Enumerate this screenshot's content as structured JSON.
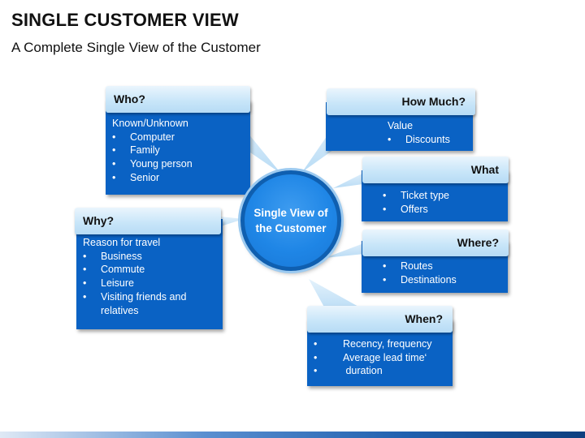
{
  "header": {
    "title": "SINGLE CUSTOMER VIEW",
    "subtitle": "A Complete Single View of the Customer"
  },
  "hub": {
    "label": "Single View of the Customer"
  },
  "boxes": {
    "who": {
      "heading": "Who?",
      "lead": "Known/Unknown",
      "items": [
        "Computer",
        "Family",
        "Young person",
        "Senior"
      ]
    },
    "why": {
      "heading": "Why?",
      "lead": "Reason for travel",
      "items": [
        "Business",
        "Commute",
        "Leisure",
        "Visiting friends and relatives"
      ]
    },
    "how_much": {
      "heading": "How Much?",
      "lead": "Value",
      "items": [
        "Discounts"
      ]
    },
    "what": {
      "heading": "What",
      "items": [
        "Ticket type",
        "Offers"
      ]
    },
    "where": {
      "heading": "Where?",
      "items": [
        "Routes",
        "Destinations"
      ]
    },
    "when": {
      "heading": "When?",
      "items": [
        "Recency, frequency",
        "Average lead time‘",
        " duration"
      ]
    }
  },
  "colors": {
    "box_fill": "#0a62c4",
    "tab_fill": "#c9e6f9",
    "hub_fill": "#1f86e6",
    "hub_border": "#0f5fb0"
  }
}
